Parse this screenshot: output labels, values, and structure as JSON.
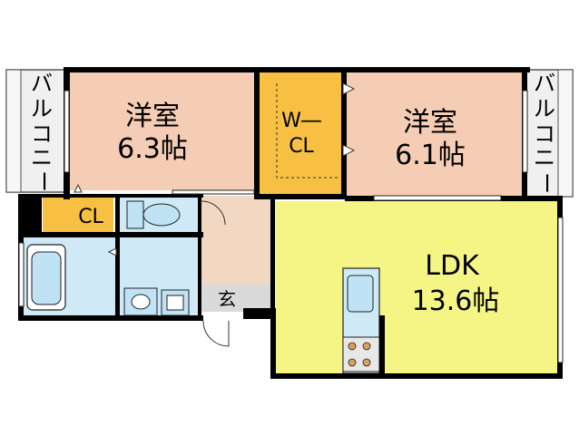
{
  "rooms": {
    "western_left": {
      "name": "洋室",
      "size": "6.3帖"
    },
    "western_right": {
      "name": "洋室",
      "size": "6.1帖"
    },
    "wcl": {
      "line1": "W―",
      "line2": "CL"
    },
    "cl": {
      "label": "CL"
    },
    "ldk": {
      "name": "LDK",
      "size": "13.6帖"
    },
    "entrance": {
      "label": "玄"
    }
  },
  "balcony": {
    "left": [
      "バ",
      "ル",
      "コ",
      "ニ",
      "ー"
    ],
    "right": [
      "バ",
      "ル",
      "コ",
      "ニ",
      "ー"
    ]
  },
  "colors": {
    "wall": "#000000",
    "western": "#f5cdb4",
    "closet": "#f7c043",
    "ldk": "#f5f586",
    "wet_area": "#cfe9f7",
    "fixture": "#bfe3f5",
    "entrance": "#f2d8c2",
    "genkan_floor": "#dadada",
    "balcony": "#f0f0f0"
  }
}
